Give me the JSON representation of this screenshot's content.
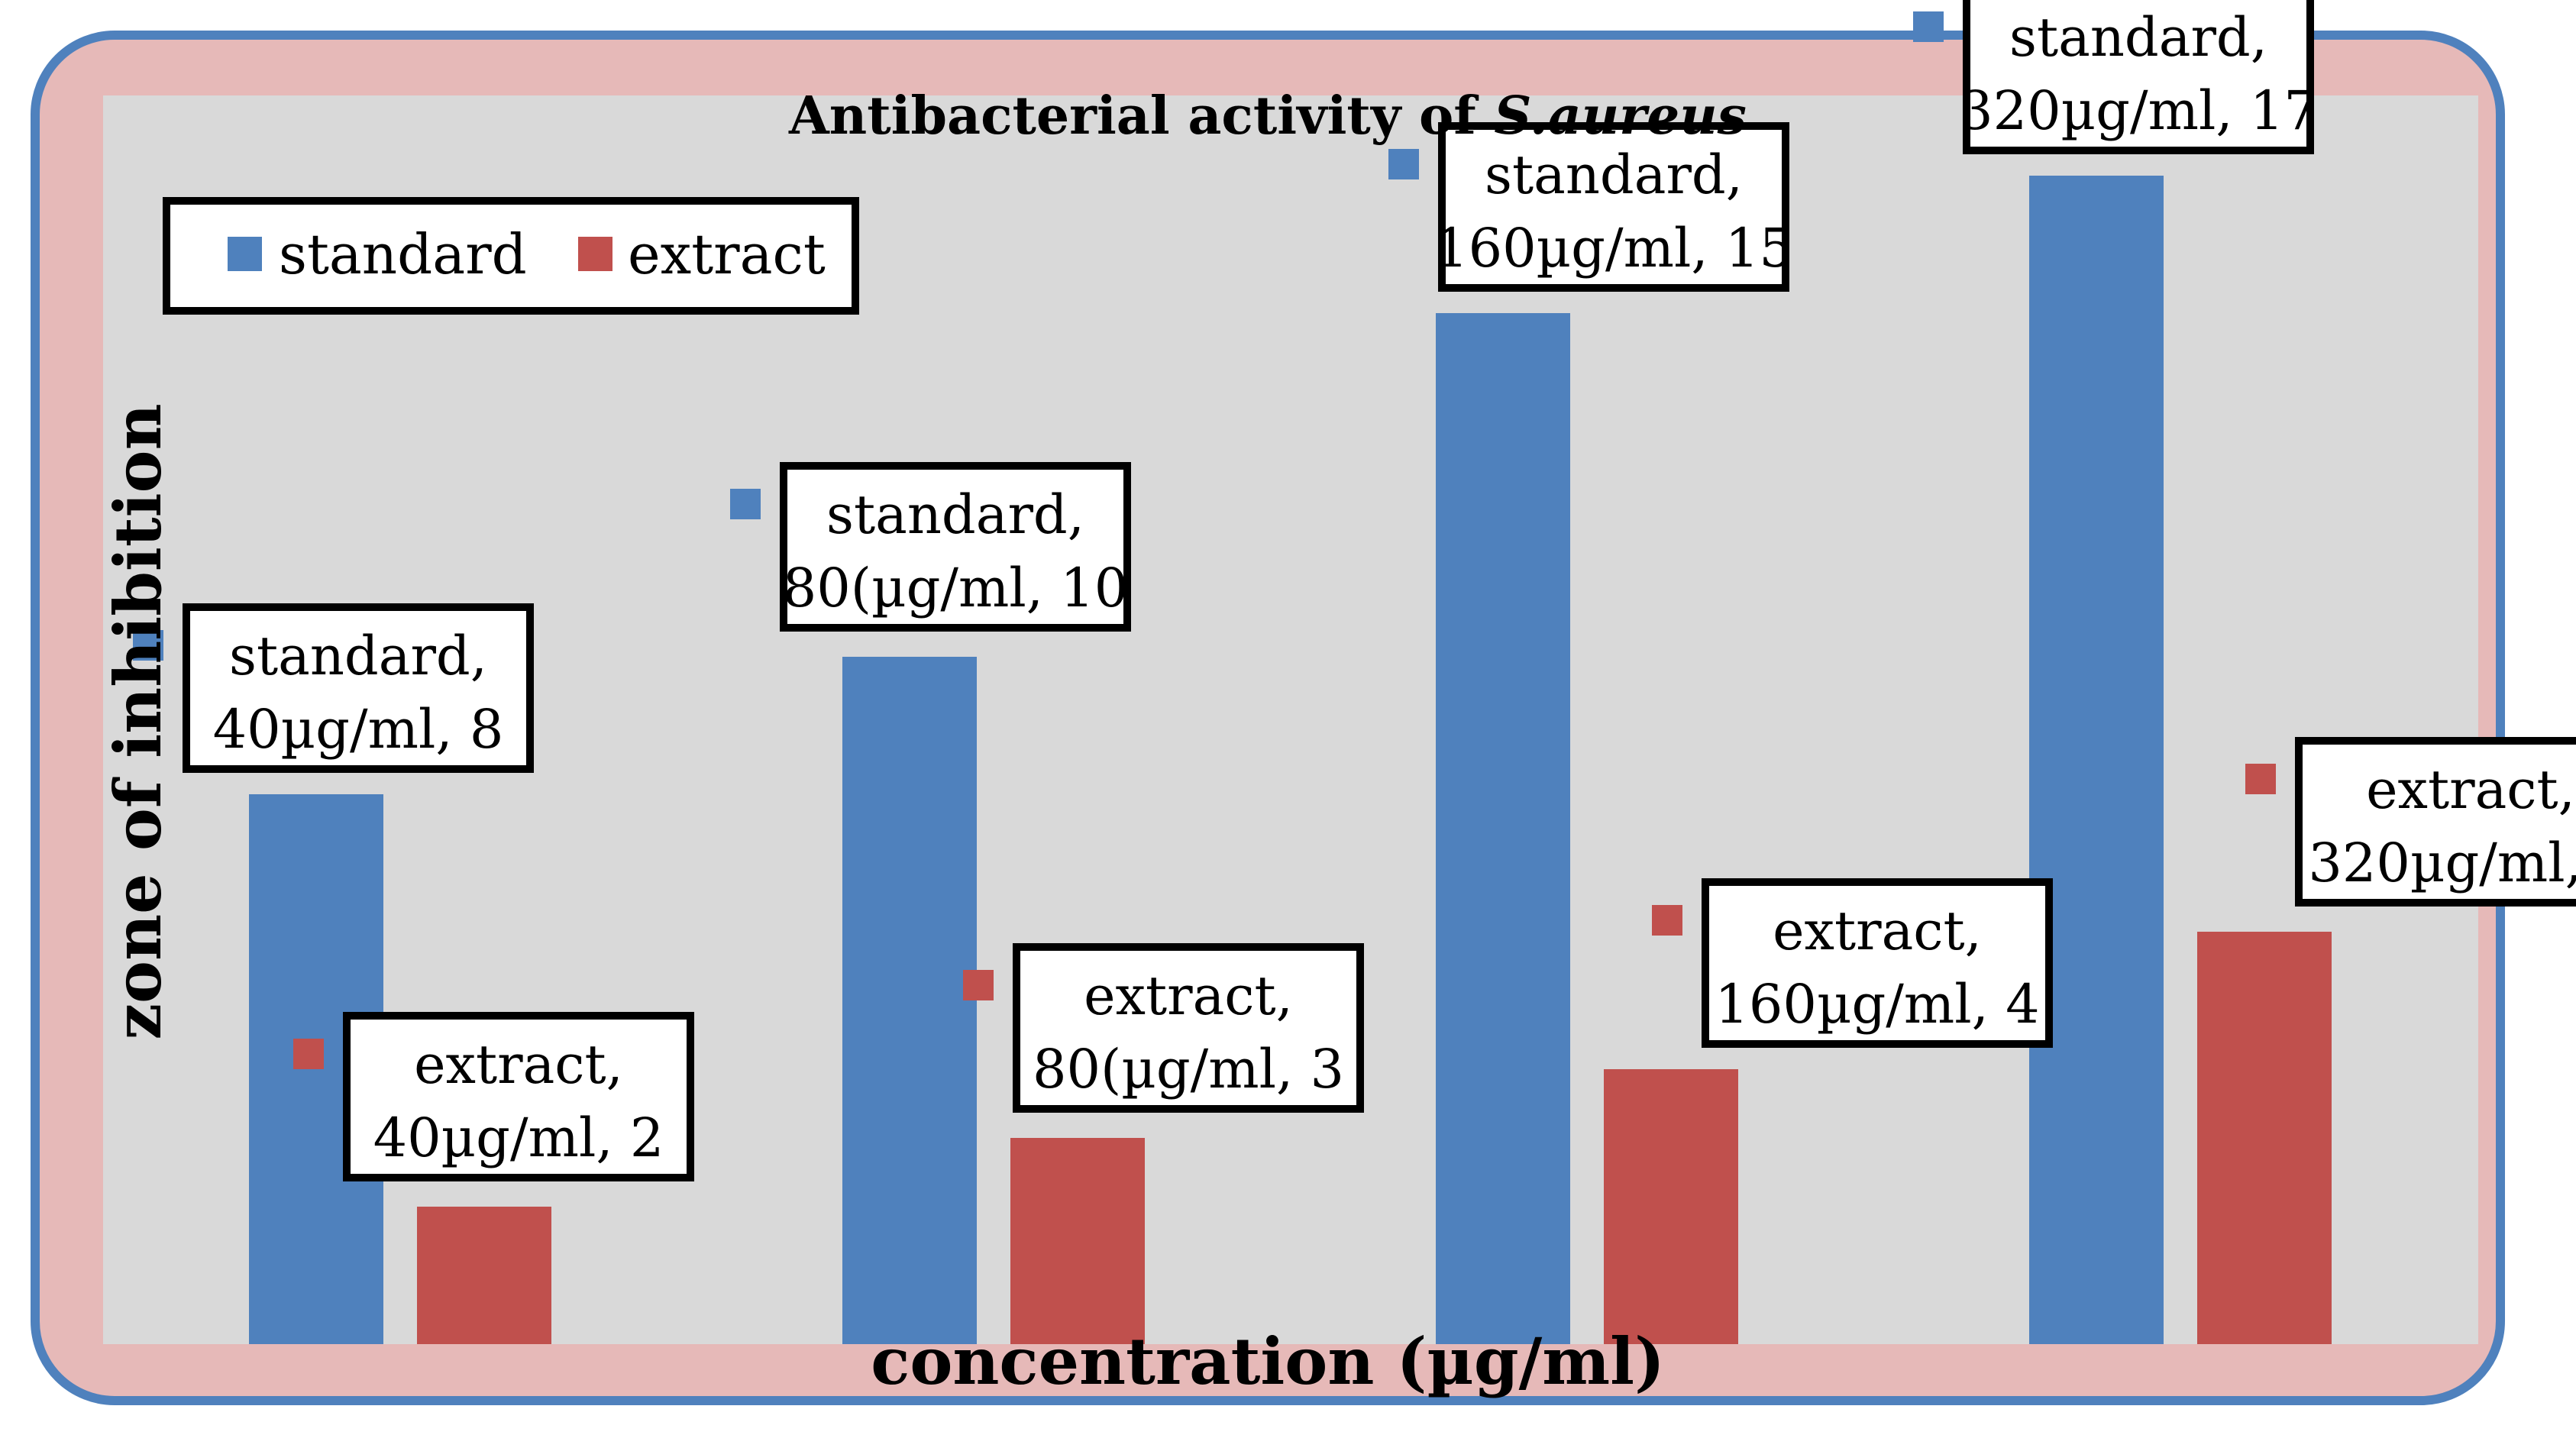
{
  "chart_data": {
    "type": "bar",
    "title_plain": "Antibacterial activity of ",
    "title_italic": "S.aureus",
    "xlabel": "concentration (µg/ml)",
    "ylabel": "zone of inhibition",
    "categories": [
      "40µg/ml",
      "80(µg/ml",
      "160µg/ml",
      "320µg/ml"
    ],
    "series": [
      {
        "name": "standard",
        "color": "#4F81BD",
        "values": [
          8,
          10,
          15,
          17
        ]
      },
      {
        "name": "extract",
        "color": "#C0504D",
        "values": [
          2,
          3,
          4,
          6
        ]
      }
    ],
    "ylim": [
      0,
      18
    ],
    "grid": false,
    "legend_position": "top-left",
    "plot_background": "#D9D9D9",
    "frame_background": "#E6B9B8",
    "frame_border": "#4F81BD"
  }
}
